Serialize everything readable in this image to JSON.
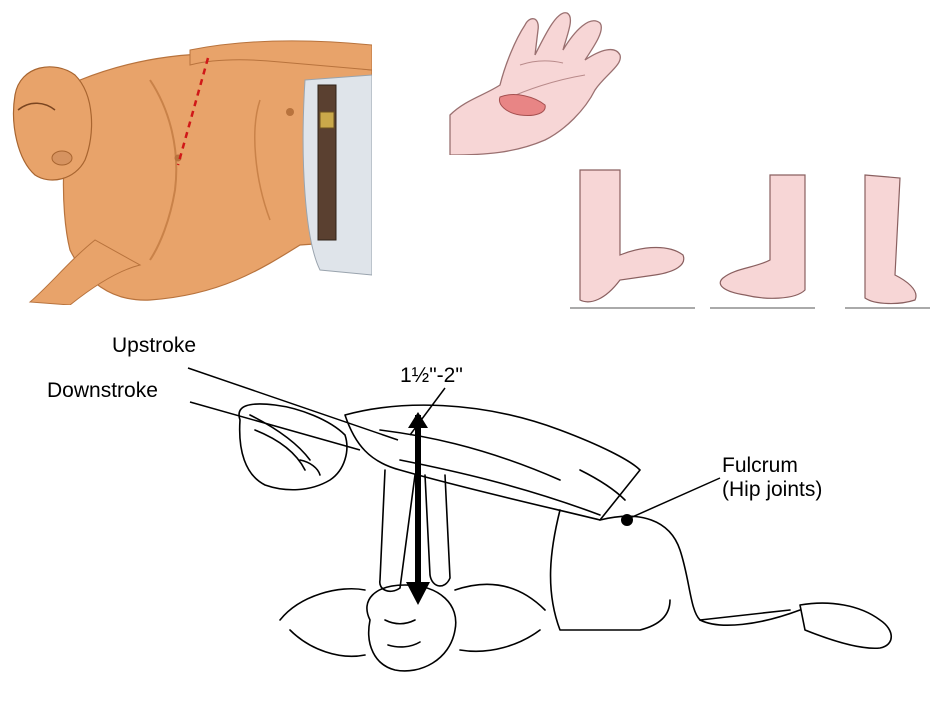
{
  "labels": {
    "upstroke": "Upstroke",
    "downstroke": "Downstroke",
    "depth": "1½\"-2\"",
    "fulcrum": "Fulcrum",
    "hip_joints": "(Hip joints)"
  },
  "colors": {
    "skin": "#e8a36a",
    "skin_shadow": "#c98249",
    "jeans": "#dfe4ea",
    "hand_pink": "#f7d6d6",
    "palm_heel": "#e88585",
    "landmark_dash": "#d01818",
    "ink": "#000000"
  }
}
